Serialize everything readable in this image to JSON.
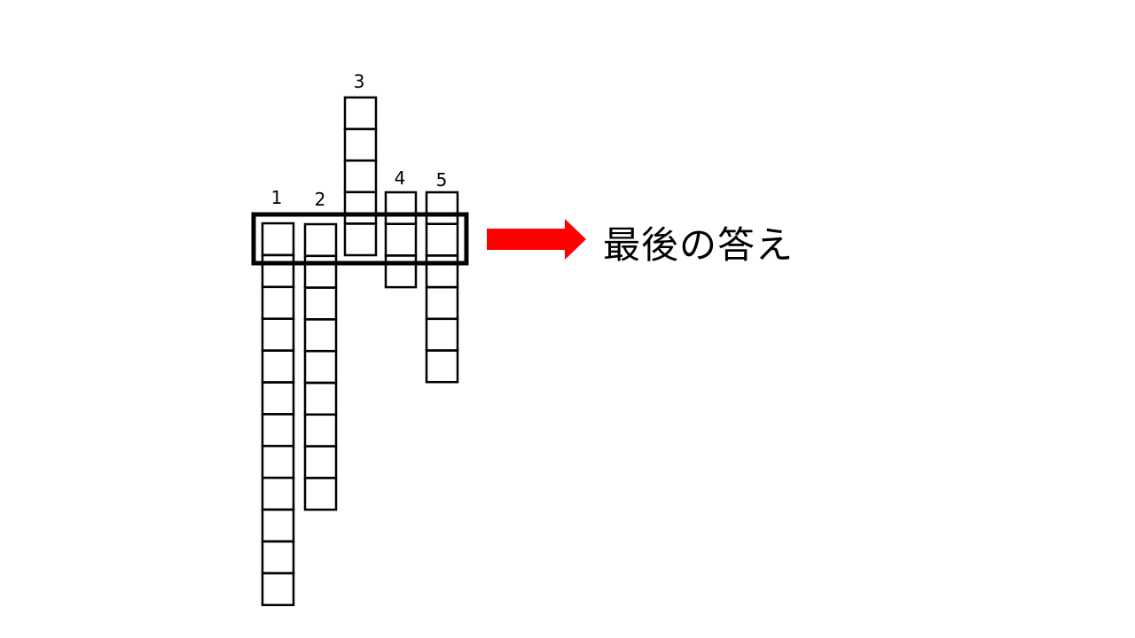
{
  "columns": [
    {
      "number": "1",
      "cells": 12
    },
    {
      "number": "2",
      "cells": 9
    },
    {
      "number": "3",
      "cells": 5
    },
    {
      "number": "4",
      "cells": 3
    },
    {
      "number": "5",
      "cells": 6
    }
  ],
  "answer_label": "最後の答え",
  "colors": {
    "arrow": "#ff0000",
    "stroke": "#000000"
  }
}
